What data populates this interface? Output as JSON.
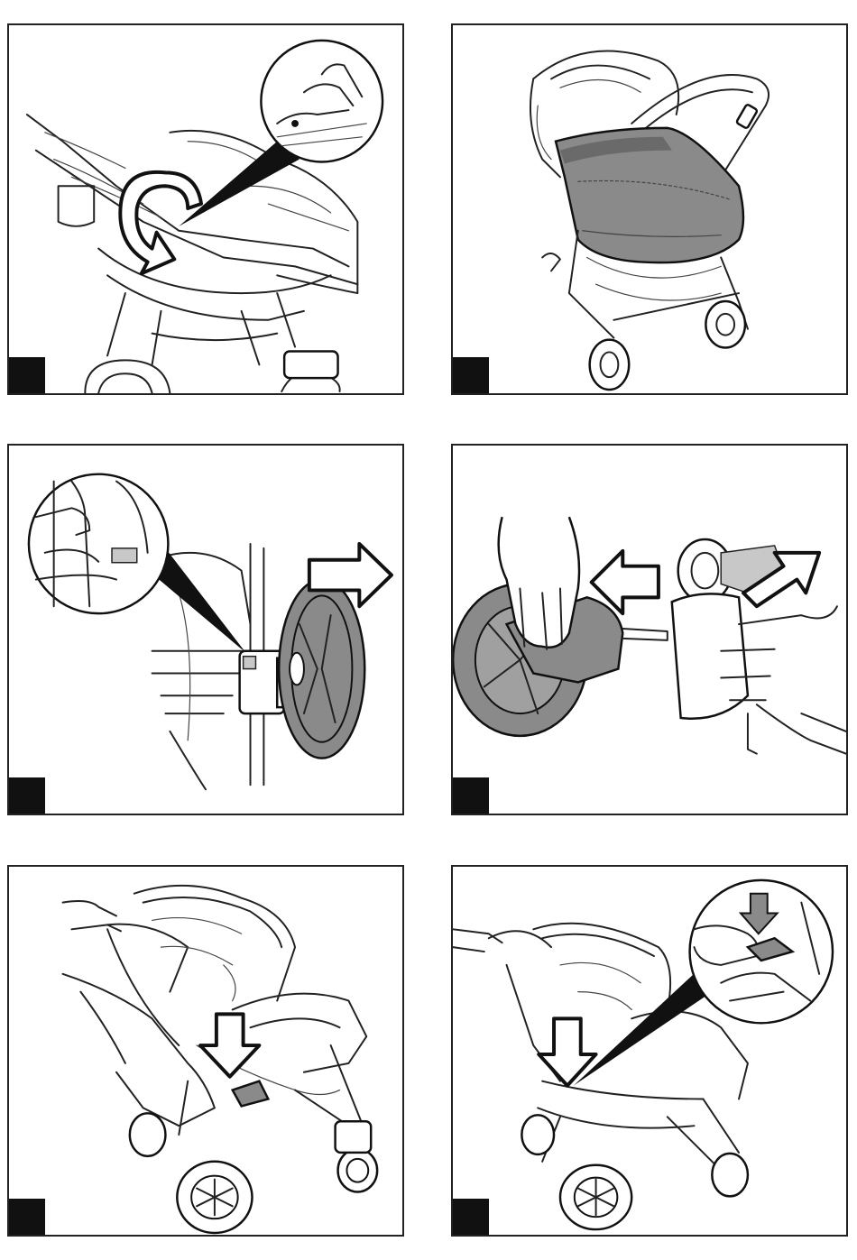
{
  "panels": [
    {
      "step": "",
      "illustration": "stroller-carrycot-attach-rotate"
    },
    {
      "step": "",
      "illustration": "stroller-with-carrycot"
    },
    {
      "step": "",
      "illustration": "rear-wheel-release"
    },
    {
      "step": "",
      "illustration": "front-wheel-install"
    },
    {
      "step": "",
      "illustration": "brake-pedal-push"
    },
    {
      "step": "",
      "illustration": "fold-release-pedal"
    }
  ],
  "colors": {
    "line": "#222222",
    "shade": "#8a8a8a",
    "badge": "#111111"
  }
}
